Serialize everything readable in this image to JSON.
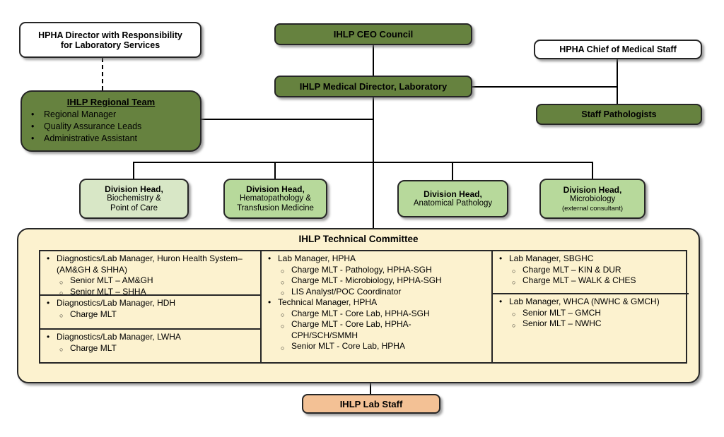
{
  "colors": {
    "dark_green": "#66823F",
    "pale_green": "#D8E7C6",
    "light_green": "#B7D99B",
    "committee_tan": "#FCF2CF",
    "lab_staff_orange": "#F3C195",
    "line_black": "#000000"
  },
  "nodes": {
    "hpha_director": {
      "title": "HPHA Director with Responsibility\nfor Laboratory Services"
    },
    "ceo_council": {
      "title": "IHLP CEO Council"
    },
    "chief_of_medical_staff": {
      "title": "HPHA Chief of Medical Staff"
    },
    "medical_director": {
      "title": "IHLP Medical Director, Laboratory"
    },
    "staff_pathologists": {
      "title": "Staff Pathologists"
    },
    "regional_team": {
      "title": "IHLP Regional Team",
      "members": [
        "Regional Manager",
        "Quality Assurance Leads",
        "Administrative Assistant"
      ]
    },
    "lab_staff": {
      "title": "IHLP Lab Staff"
    }
  },
  "division_heads": [
    {
      "title": "Division Head,",
      "subtitle": "Biochemistry &\nPoint of Care"
    },
    {
      "title": "Division Head,",
      "subtitle": "Hematopathology &\nTransfusion Medicine"
    },
    {
      "title": "Division Head,",
      "subtitle": "Anatomical Pathology"
    },
    {
      "title": "Division Head,",
      "subtitle": "Microbiology",
      "note": "(external consultant)"
    }
  ],
  "technical_committee": {
    "title": "IHLP Technical Committee",
    "col1": {
      "cell1": {
        "items": [
          {
            "cls": "item l1",
            "text": "Diagnostics/Lab Manager, Huron Health System–\n(AM&GH & SHHA)"
          },
          {
            "cls": "item l2",
            "text": "Senior MLT – AM&GH"
          },
          {
            "cls": "item l2",
            "text": "Senior MLT – SHHA"
          }
        ]
      },
      "cell2": {
        "items": [
          {
            "cls": "item l1",
            "text": "Diagnostics/Lab Manager, HDH"
          },
          {
            "cls": "item l2",
            "text": "Charge MLT"
          }
        ]
      },
      "cell3": {
        "items": [
          {
            "cls": "item l1",
            "text": "Diagnostics/Lab Manager, LWHA"
          },
          {
            "cls": "item l2",
            "text": "Charge MLT"
          }
        ]
      }
    },
    "col2": {
      "cell1": {
        "items": [
          {
            "cls": "item l1",
            "text": "Lab Manager, HPHA"
          },
          {
            "cls": "item l2",
            "text": "Charge MLT - Pathology, HPHA-SGH"
          },
          {
            "cls": "item l2",
            "text": "Charge MLT - Microbiology, HPHA-SGH"
          },
          {
            "cls": "item l2",
            "text": "LIS Analyst/POC Coordinator"
          },
          {
            "cls": "item l1",
            "text": "Technical Manager, HPHA"
          },
          {
            "cls": "item l2",
            "text": "Charge MLT - Core Lab, HPHA-SGH"
          },
          {
            "cls": "item l2",
            "text": "Charge MLT - Core Lab, HPHA-\nCPH/SCH/SMMH"
          },
          {
            "cls": "item l2",
            "text": "Senior MLT - Core Lab, HPHA"
          }
        ]
      }
    },
    "col3": {
      "cell1": {
        "items": [
          {
            "cls": "item l1",
            "text": "Lab Manager, SBGHC"
          },
          {
            "cls": "item l2",
            "text": "Charge MLT – KIN & DUR"
          },
          {
            "cls": "item l2",
            "text": "Charge MLT – WALK & CHES"
          }
        ]
      },
      "cell2": {
        "items": [
          {
            "cls": "item l1",
            "text": "Lab Manager, WHCA (NWHC & GMCH)"
          },
          {
            "cls": "item l2",
            "text": "Senior MLT – GMCH"
          },
          {
            "cls": "item l2",
            "text": "Senior MLT – NWHC"
          }
        ]
      }
    }
  }
}
